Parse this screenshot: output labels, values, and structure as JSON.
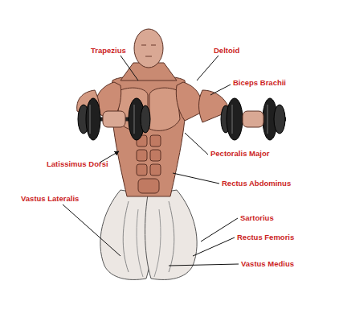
{
  "diagram": {
    "labels": [
      "Trapezius",
      "Deltoid",
      "Biceps Brachii",
      "Pectoralis Major",
      "Latissimus Dorsi",
      "Rectus Abdominus",
      "Vastus Lateralis",
      "Sartorius",
      "Rectus Femoris",
      "Vastus Medius"
    ]
  }
}
